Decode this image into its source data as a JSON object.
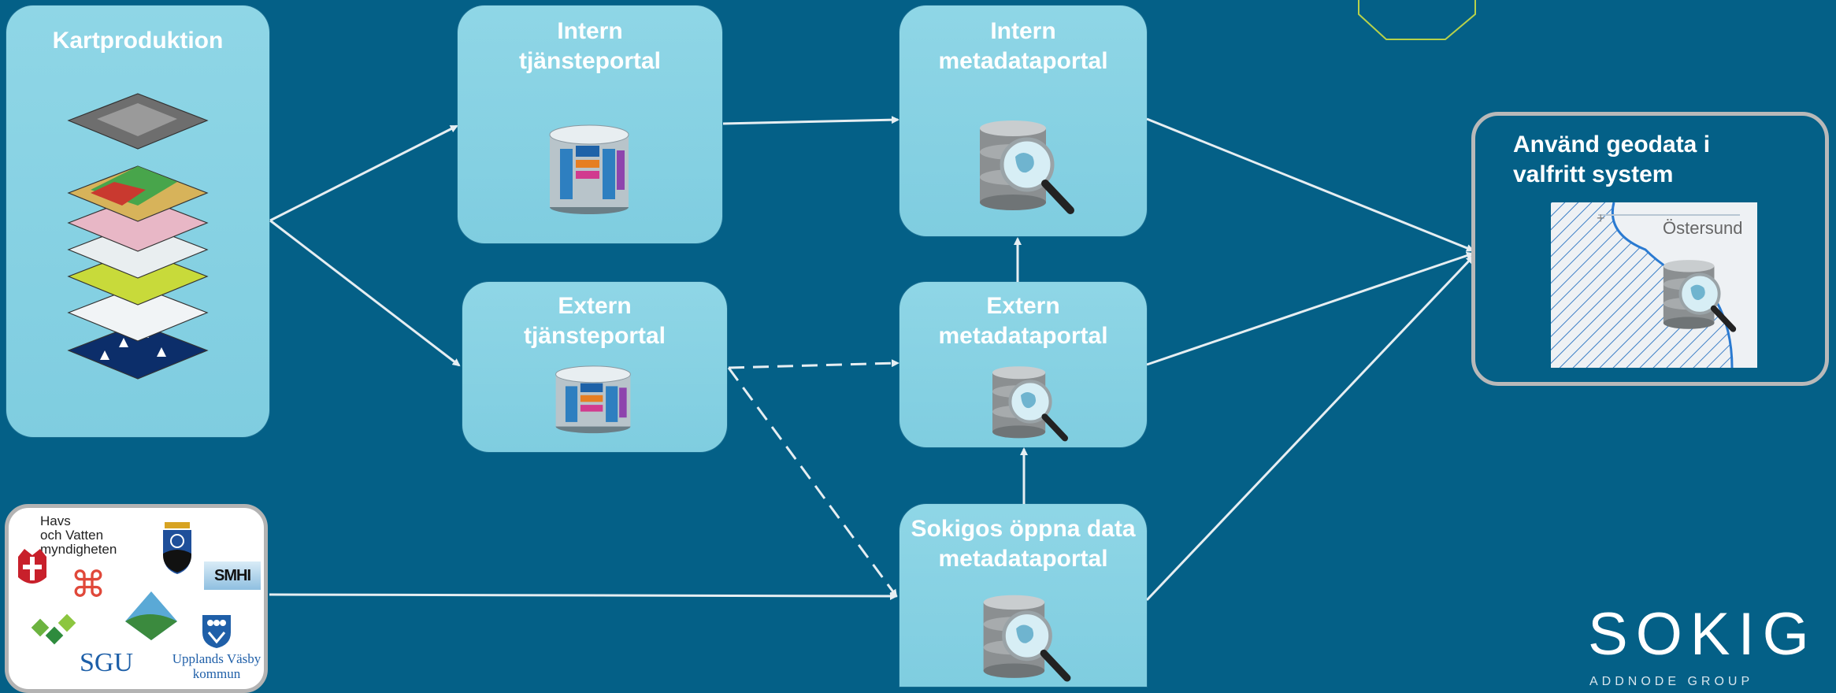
{
  "nodes": {
    "kartproduktion": "Kartproduktion",
    "intern_tjanst": "Intern\ntjänsteportal",
    "extern_tjanst": "Extern\ntjänsteportal",
    "intern_meta": "Intern\nmetadataportal",
    "extern_meta": "Extern\nmetadataportal",
    "sokigos_meta": "Sokigos öppna data\nmetadataportal",
    "anvand": "Använd geodata i\nvalfritt system"
  },
  "logos": {
    "havs": "Havs\noch Vatten\nmyndigheten",
    "smhi": "SMHI",
    "sgu": "SGU",
    "upplands": "Upplands Väsby\nkommun"
  },
  "map_label": "Östersund",
  "brand": "SOKIG",
  "brand_sub": "ADDNODE GROUP",
  "colors": {
    "background": "#046087",
    "box": "#86d1e3",
    "arrow": "#e6eef2"
  }
}
